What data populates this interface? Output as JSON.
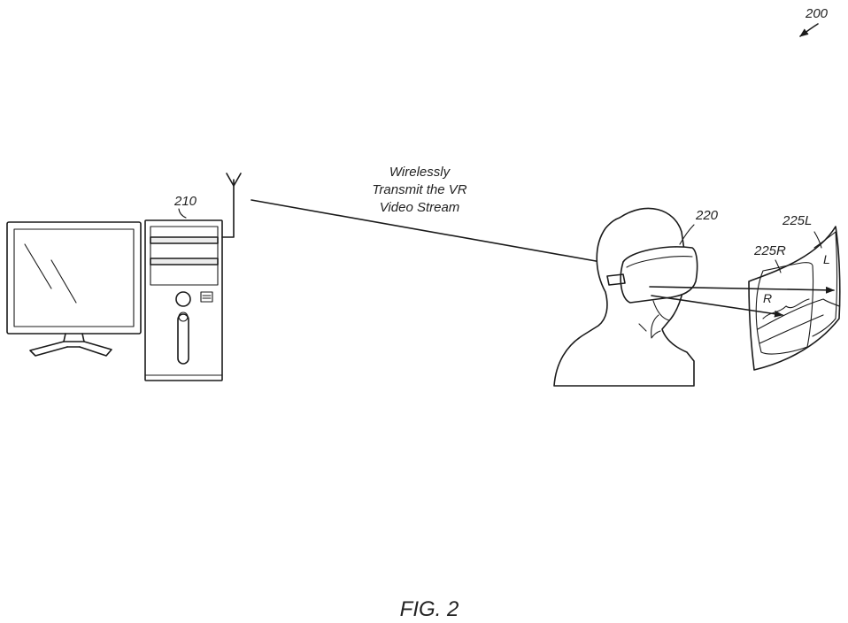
{
  "figure": {
    "ref_main": "200",
    "ref_computer": "210",
    "ref_headset": "220",
    "ref_left_view": "225L",
    "ref_right_view": "225R",
    "view_left_letter": "L",
    "view_right_letter": "R",
    "caption_line1": "Wirelessly",
    "caption_line2": "Transmit the VR",
    "caption_line3": "Video Stream",
    "fig_label": "FIG. 2"
  }
}
